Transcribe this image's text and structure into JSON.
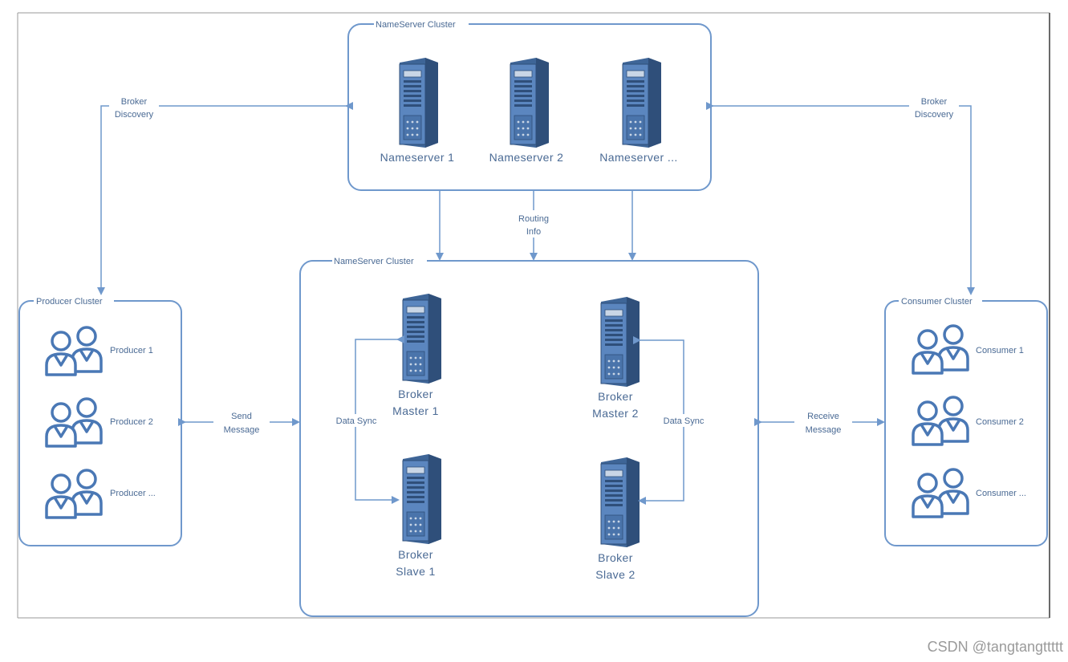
{
  "nameserver_cluster": {
    "title": "NameServer Cluster",
    "servers": [
      "Nameserver 1",
      "Nameserver 2",
      "Nameserver ..."
    ]
  },
  "broker_cluster": {
    "title": "NameServer Cluster",
    "brokers": [
      {
        "line1": "Broker",
        "line2": "Master 1"
      },
      {
        "line1": "Broker",
        "line2": "Master 2"
      },
      {
        "line1": "Broker",
        "line2": "Slave 1"
      },
      {
        "line1": "Broker",
        "line2": "Slave 2"
      }
    ],
    "sync_label_left": "Data Sync",
    "sync_label_right": "Data Sync"
  },
  "producer_cluster": {
    "title": "Producer Cluster",
    "items": [
      "Producer 1",
      "Producer 2",
      "Producer ..."
    ]
  },
  "consumer_cluster": {
    "title": "Consumer Cluster",
    "items": [
      "Consumer 1",
      "Consumer 2",
      "Consumer ..."
    ]
  },
  "edges": {
    "broker_discovery_left": [
      "Broker",
      "Discovery"
    ],
    "broker_discovery_right": [
      "Broker",
      "Discovery"
    ],
    "routing_info": [
      "Routing",
      "Info"
    ],
    "send_message": [
      "Send",
      "Message"
    ],
    "receive_message": [
      "Receive",
      "Message"
    ]
  },
  "watermark": "CSDN @tangtangttttt",
  "colors": {
    "line": "#6f98cc",
    "server_fill": "#5b86bf",
    "server_dark": "#2f4f7a",
    "label": "#4a6a94"
  }
}
